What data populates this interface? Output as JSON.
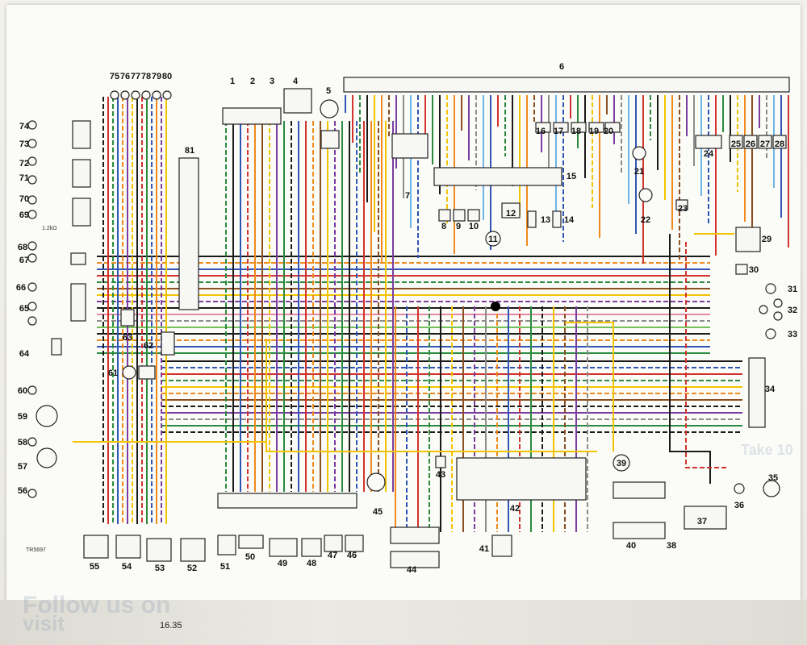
{
  "diagram": {
    "page_number": "16.35",
    "corner_code": "TR5697",
    "component_numbers": [
      "1",
      "2",
      "3",
      "4",
      "5",
      "6",
      "7",
      "8",
      "9",
      "10",
      "11",
      "12",
      "13",
      "14",
      "15",
      "16",
      "17",
      "18",
      "19",
      "20",
      "21",
      "22",
      "23",
      "24",
      "25",
      "26",
      "27",
      "28",
      "29",
      "30",
      "31",
      "32",
      "33",
      "34",
      "35",
      "36",
      "37",
      "38",
      "39",
      "40",
      "41",
      "42",
      "43",
      "44",
      "45",
      "46",
      "47",
      "48",
      "49",
      "50",
      "51",
      "52",
      "53",
      "54",
      "55",
      "56",
      "57",
      "58",
      "59",
      "60",
      "61",
      "62",
      "63",
      "64",
      "65",
      "66",
      "67",
      "68",
      "69",
      "70",
      "71",
      "72",
      "73",
      "74",
      "75",
      "76",
      "77",
      "78",
      "79",
      "80",
      "81"
    ],
    "resistor_label": "1.2kΩ",
    "background_text": [
      "Take 10",
      "visit",
      "Follow us on"
    ],
    "wire_colors": {
      "black": "#1a1a1a",
      "red": "#d2332c",
      "blue": "#2f56b4",
      "green": "#2a8a3e",
      "yellow": "#f2c400",
      "orange": "#f08a1c",
      "brown": "#8a4f22",
      "purple": "#7a3ea0",
      "pink": "#e58aa8",
      "grey": "#8c8c8c",
      "white": "#bdbdbd",
      "lightgreen": "#74c05a",
      "lightblue": "#6fb4e6"
    }
  }
}
